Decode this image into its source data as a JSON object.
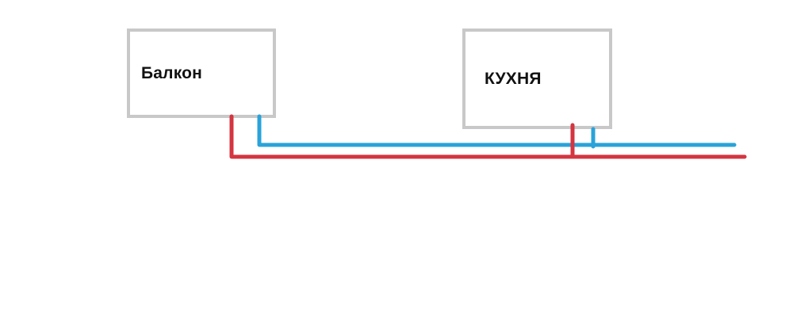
{
  "diagram": {
    "title": "room-pipe-diagram",
    "rooms": [
      {
        "id": "balkon",
        "label": "Балкон"
      },
      {
        "id": "kuhnya",
        "label": "КУХНЯ"
      }
    ],
    "pipes": {
      "blue_main": {
        "description": "blue pipe from Балкон running right",
        "color": "#29a3d9"
      },
      "blue_stub_kuhnya": {
        "description": "blue stub from КУХНЯ down to blue main",
        "color": "#29a3d9"
      },
      "red_main": {
        "description": "red pipe from Балкон running right",
        "color": "#d43540"
      },
      "red_stub_kuhnya": {
        "description": "red stub from КУХНЯ down to red main",
        "color": "#d43540"
      }
    }
  },
  "colors": {
    "red_pipe": "#d43540",
    "blue_pipe": "#29a3d9",
    "box_border": "#c8c8c8",
    "box_border_style": "border-color:#c8c8c8",
    "label_text": "#111111",
    "background": "#ffffff"
  }
}
